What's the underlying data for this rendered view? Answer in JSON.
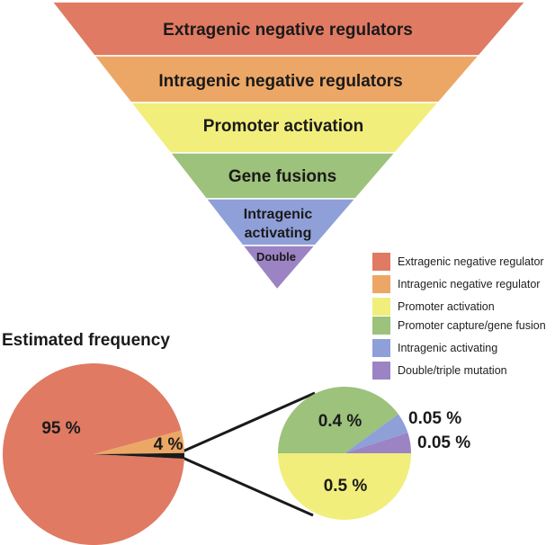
{
  "pyramid": {
    "levels": [
      {
        "label": "Extragenic negative regulators",
        "color": "#e07a63"
      },
      {
        "label": "Intragenic negative regulators",
        "color": "#eca766"
      },
      {
        "label": "Promoter activation",
        "color": "#f1ee7c"
      },
      {
        "label": "Gene fusions",
        "color": "#9cc27b"
      },
      {
        "label_lines": [
          "Intragenic",
          "activating"
        ],
        "color": "#8f9fd8"
      },
      {
        "label": "Double",
        "color": "#9b83c4"
      }
    ]
  },
  "legend": {
    "items": [
      {
        "label": "Extragenic negative regulator",
        "color": "#e07a63"
      },
      {
        "label": "Intragenic negative regulator",
        "color": "#eca766"
      },
      {
        "label": "Promoter activation",
        "color": "#f1ee7c"
      },
      {
        "label": "Promoter capture/gene fusion",
        "color": "#9cc27b"
      },
      {
        "label": "Intragenic activating",
        "color": "#8f9fd8"
      },
      {
        "label": "Double/triple mutation",
        "color": "#9b83c4"
      }
    ]
  },
  "frequency_title": "Estimated frequency",
  "main_pie": {
    "slices": [
      {
        "value": 95,
        "label": "95 %",
        "color": "#e07a63"
      },
      {
        "value": 4,
        "label": "4 %",
        "color": "#eca766"
      },
      {
        "value": 1,
        "label": "",
        "color": "#1a1a1a"
      }
    ]
  },
  "detail_pie": {
    "slices": [
      {
        "value": 0.5,
        "label": "0.5 %",
        "color": "#f1ee7c"
      },
      {
        "value": 0.4,
        "label": "0.4 %",
        "color": "#9cc27b"
      },
      {
        "value": 0.05,
        "label": "0.05 %",
        "color": "#8f9fd8"
      },
      {
        "value": 0.05,
        "label": "0.05 %",
        "color": "#9b83c4"
      }
    ]
  }
}
